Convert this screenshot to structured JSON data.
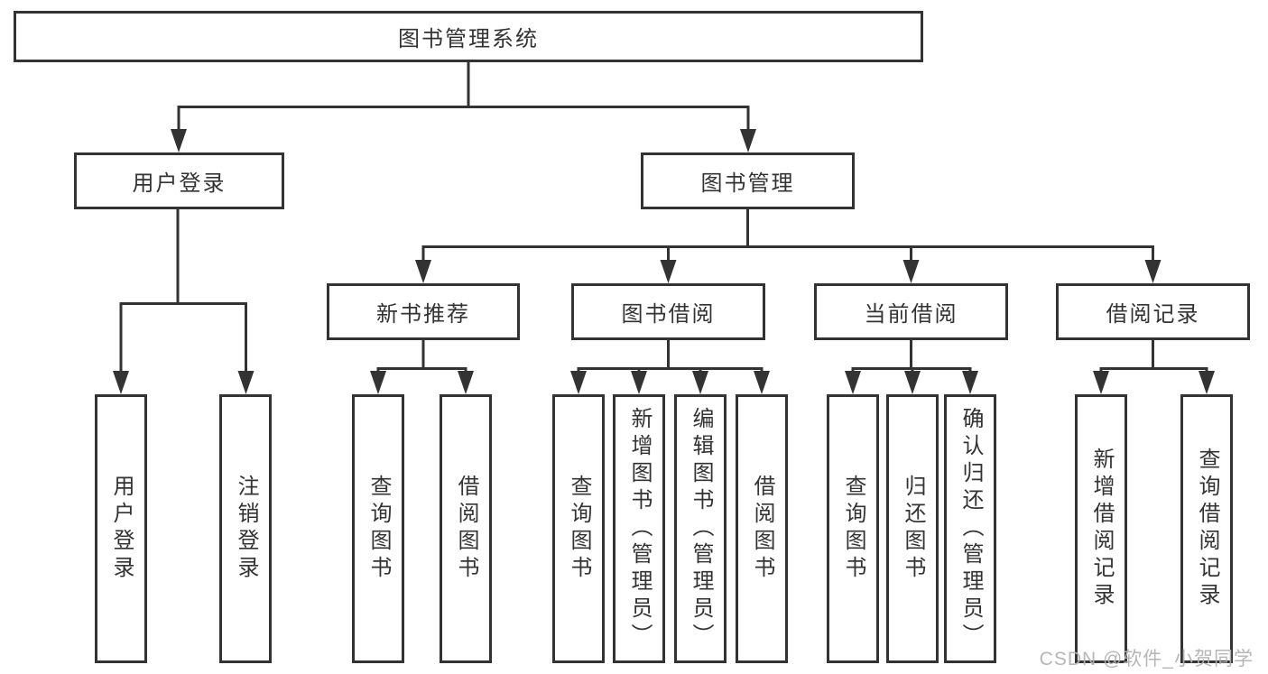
{
  "diagram": {
    "root": {
      "label": "图书管理系统"
    },
    "level2": [
      {
        "label": "用户登录",
        "children": [
          "用户登录",
          "注销登录"
        ]
      },
      {
        "label": "图书管理"
      }
    ],
    "level3": [
      {
        "label": "新书推荐",
        "children": [
          "查询图书",
          "借阅图书"
        ]
      },
      {
        "label": "图书借阅",
        "children": [
          "查询图书",
          "新增图书（管理员）",
          "编辑图书（管理员）",
          "借阅图书"
        ]
      },
      {
        "label": "当前借阅",
        "children": [
          "查询图书",
          "归还图书",
          "确认归还（管理员）"
        ]
      },
      {
        "label": "借阅记录",
        "children": [
          "新增借阅记录",
          "查询借阅记录"
        ]
      }
    ]
  },
  "watermark": {
    "text": "CSDN @软件_小贺同学"
  },
  "colors": {
    "line": "#333333",
    "box_border": "#333333",
    "text": "#333333",
    "watermark": "#b2b2b2",
    "background": "#ffffff"
  }
}
